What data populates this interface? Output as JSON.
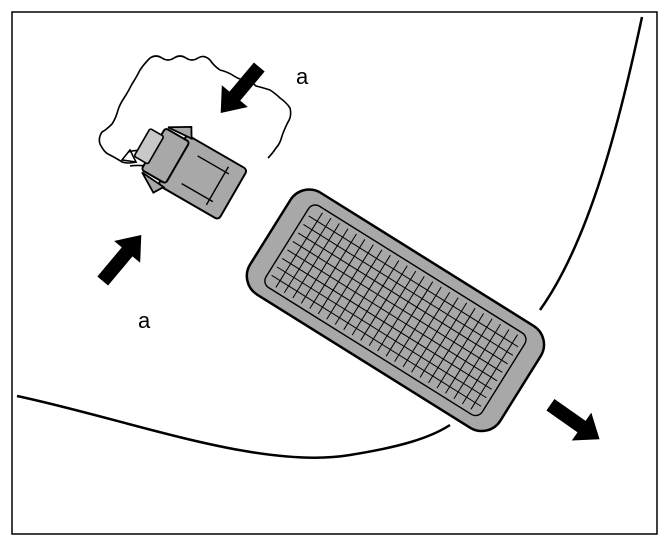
{
  "diagram": {
    "callouts": [
      {
        "id": "a-top",
        "text": "a"
      },
      {
        "id": "a-bottom",
        "text": "a"
      }
    ],
    "colors": {
      "ink": "#000000",
      "housing_fill": "#a8a8a8",
      "lens_fill": "#a8a8a8",
      "background": "#ffffff"
    },
    "icons": {
      "press_arrow": "arrow-icon",
      "pull_arrow": "arrow-icon"
    }
  }
}
